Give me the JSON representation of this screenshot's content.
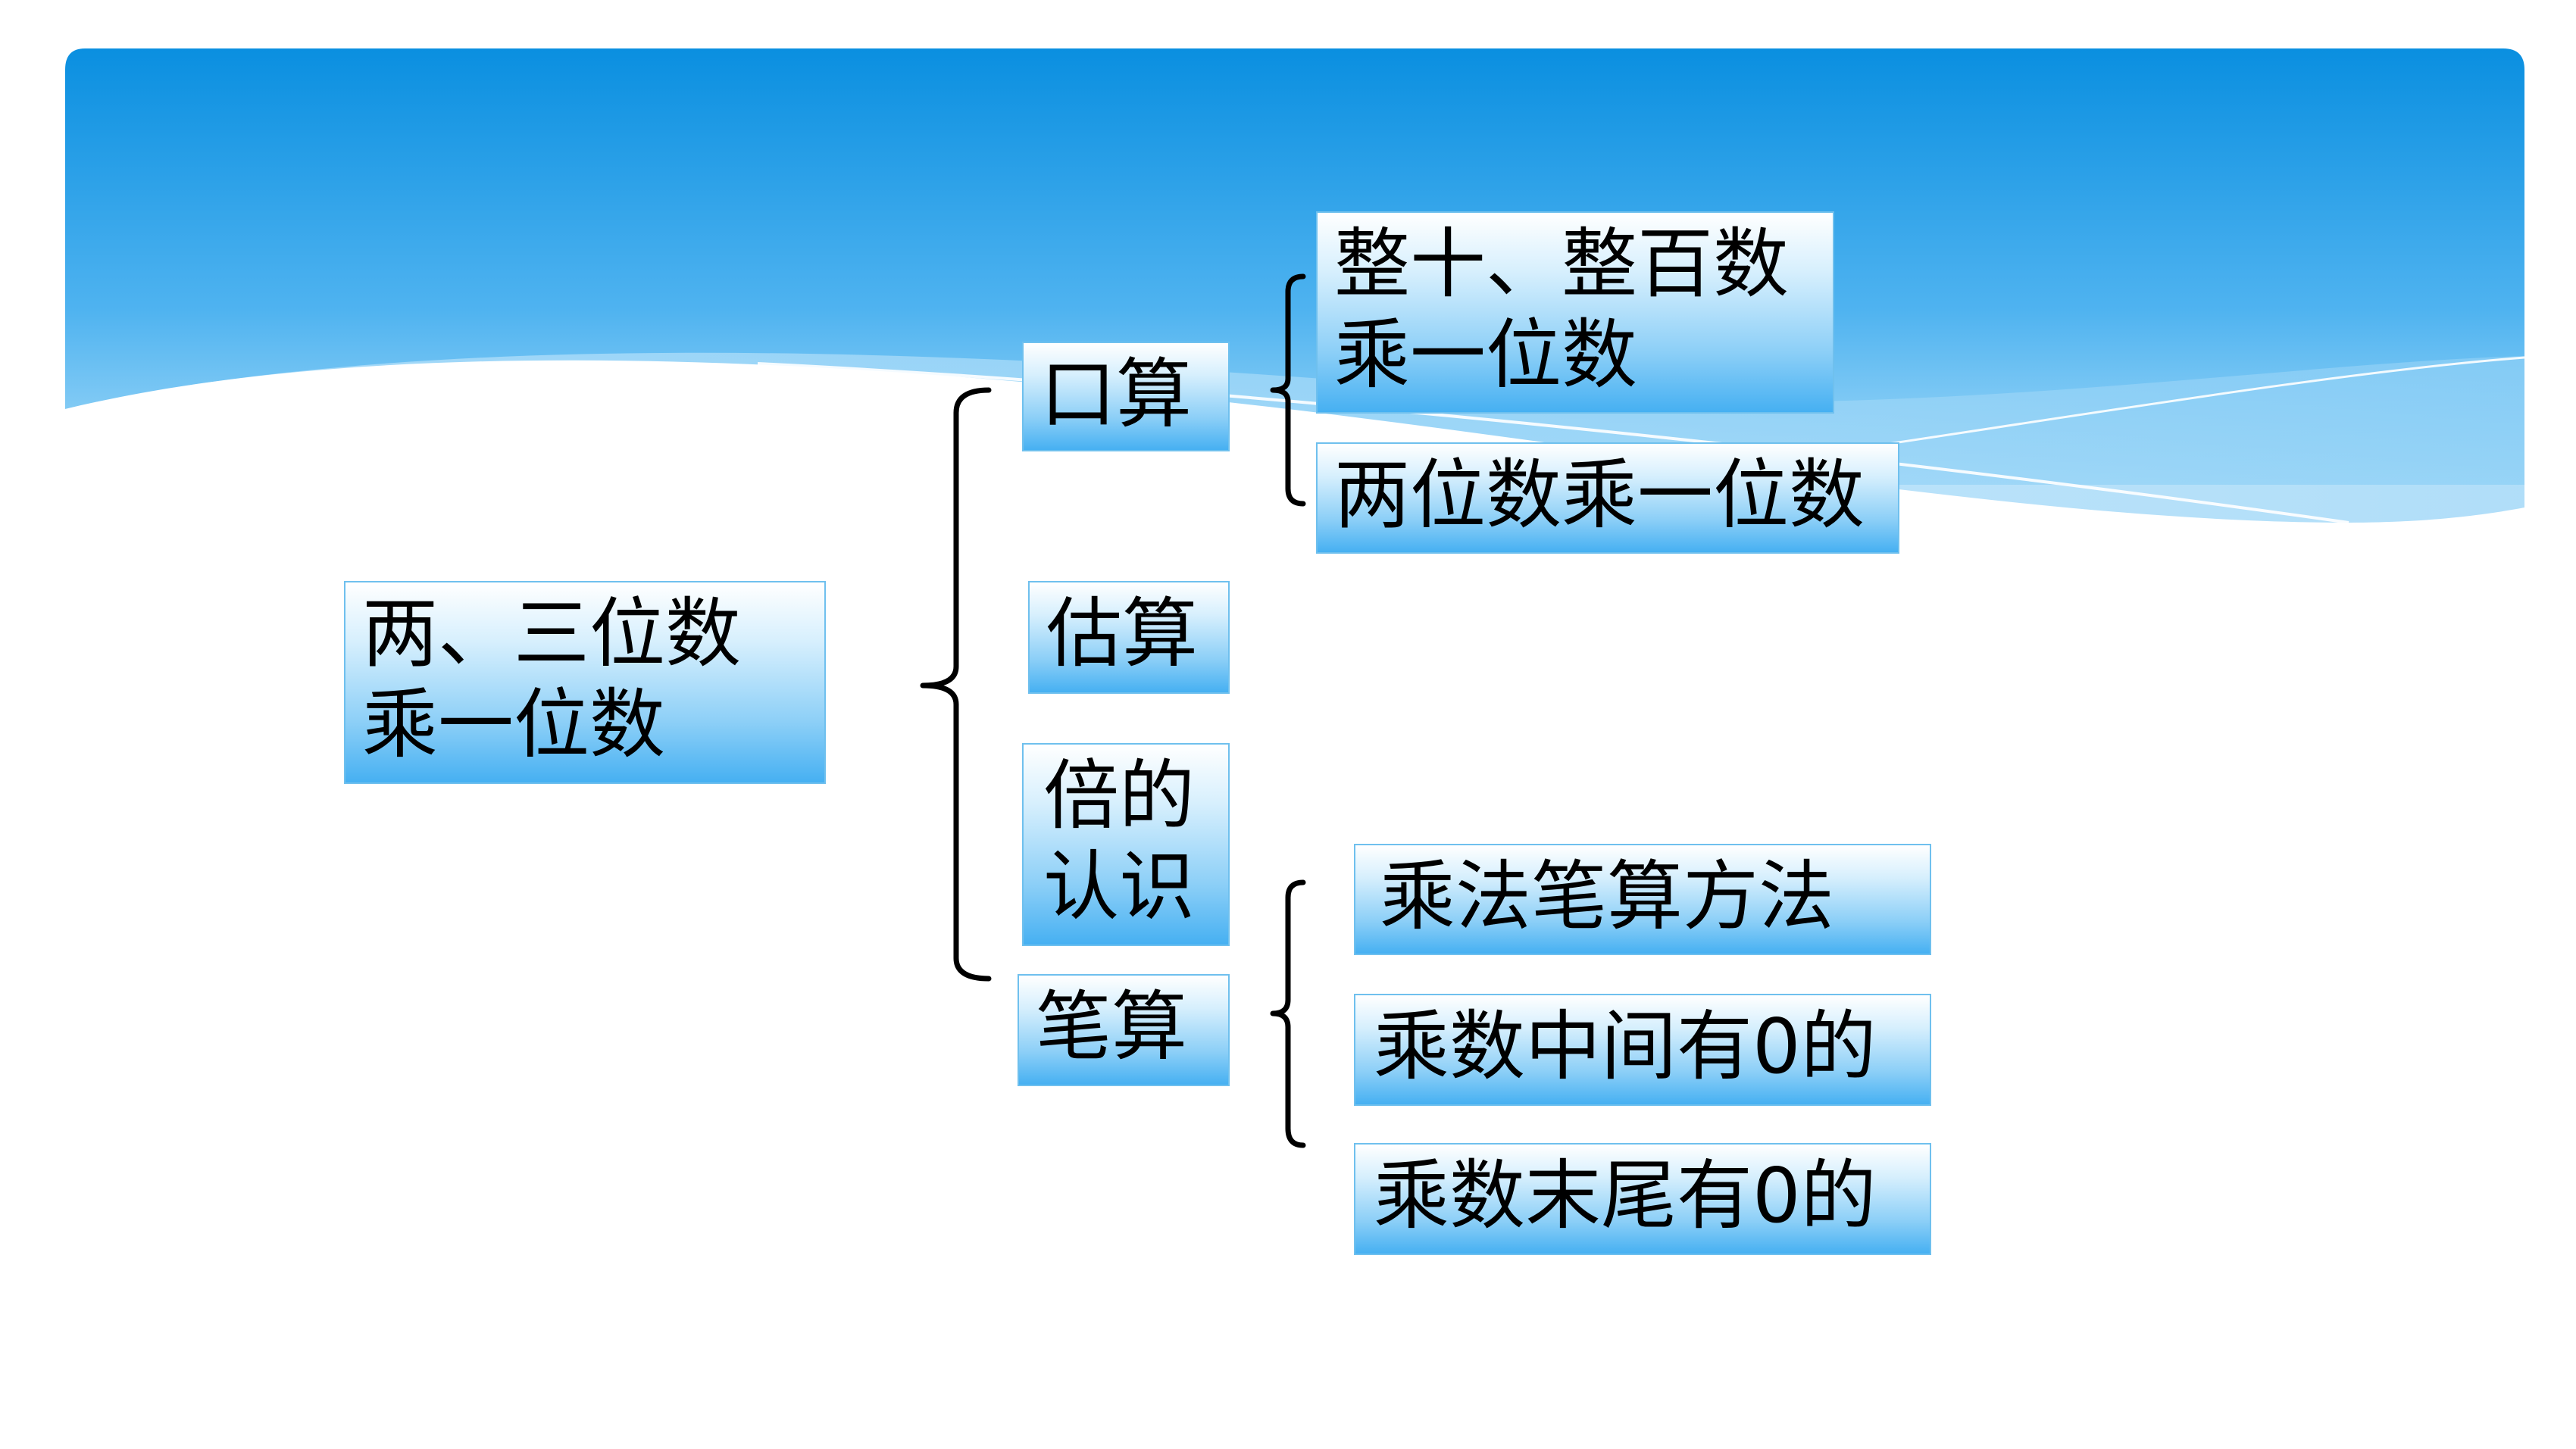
{
  "diagram": {
    "root": {
      "label": "两、三位数\n乘一位数"
    },
    "branches": [
      {
        "label": "口算"
      },
      {
        "label": "估算"
      },
      {
        "label": "倍的\n认识"
      },
      {
        "label": "笔算"
      }
    ],
    "oral_children": [
      {
        "label": "整十、整百数\n乘一位数"
      },
      {
        "label": "两位数乘一位数"
      }
    ],
    "written_children": [
      {
        "label": "乘法笔算方法"
      },
      {
        "label": "乘数中间有0的"
      },
      {
        "label": "乘数末尾有0的"
      }
    ]
  },
  "colors": {
    "banner_top": "#0a8fe0",
    "banner_bottom": "#7cc8f5",
    "box_border": "#6fc0ee",
    "bracket": "#000000"
  }
}
